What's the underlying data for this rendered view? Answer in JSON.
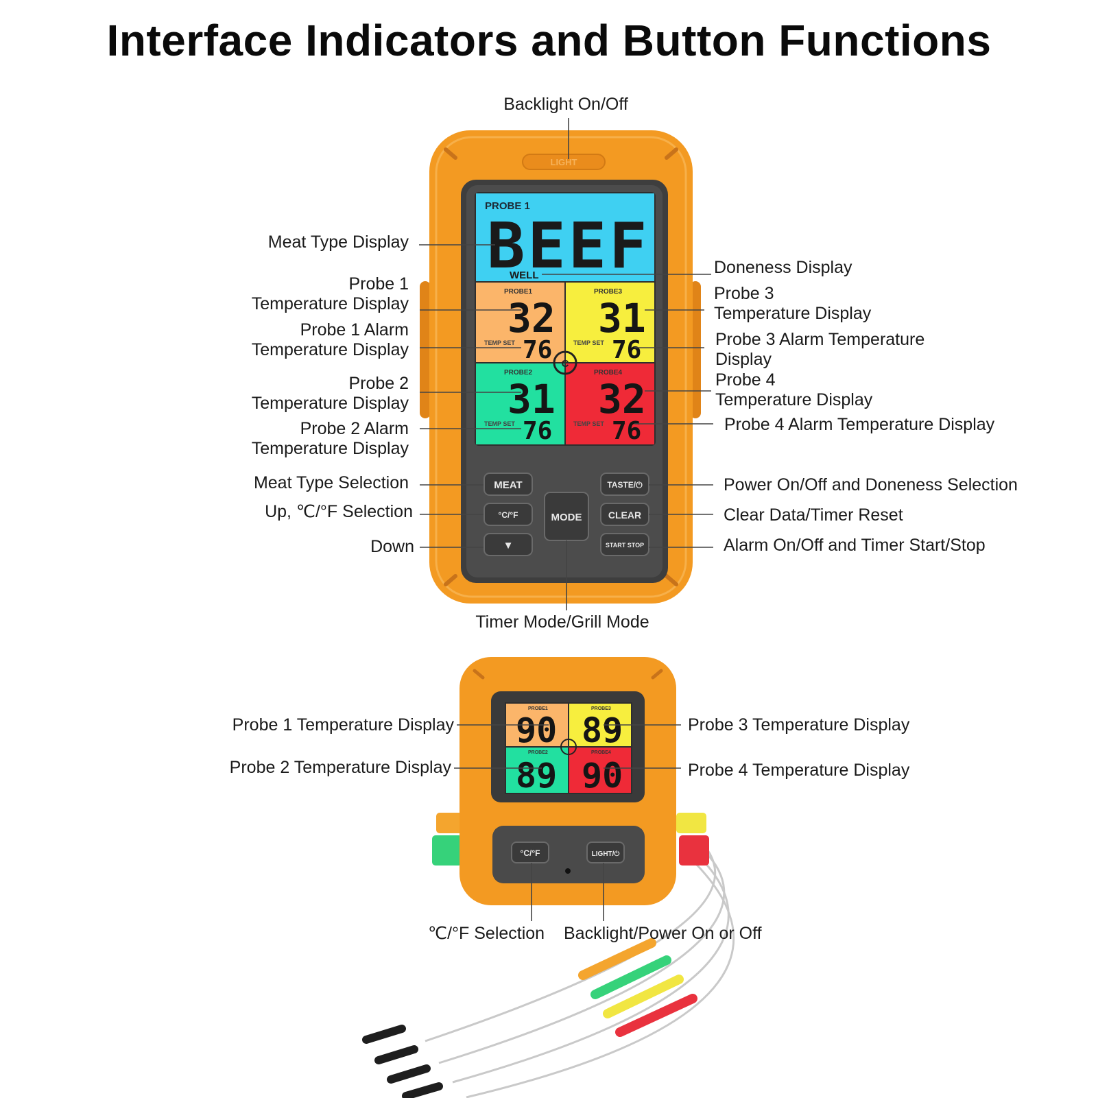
{
  "title": "Interface Indicators and Button Functions",
  "colors": {
    "case_orange": "#f39a22",
    "screen_blue": "#3fd0f2",
    "probe1_orange": "#fbb56a",
    "probe3_yellow": "#f7ee3e",
    "probe2_green": "#22e0a0",
    "probe4_red": "#ef2a37",
    "panel_gray": "#4a4a4a"
  },
  "main_unit": {
    "light_button_label": "LIGHT",
    "screen": {
      "probe_header": "PROBE 1",
      "meat_type": "BEEF",
      "doneness": "WELL",
      "temp_set_label": "TEMP SET",
      "quadrants": [
        {
          "probe_label": "PROBE1",
          "temp": "32",
          "alarm": "76"
        },
        {
          "probe_label": "PROBE3",
          "temp": "31",
          "alarm": "76"
        },
        {
          "probe_label": "PROBE2",
          "temp": "31",
          "alarm": "76"
        },
        {
          "probe_label": "PROBE4",
          "temp": "32",
          "alarm": "76"
        }
      ]
    },
    "buttons": {
      "meat": "MEAT",
      "cf_up": "°C/°F",
      "down": "▼",
      "mode": "MODE",
      "taste_power": "TASTE/⏻",
      "clear": "CLEAR",
      "start_stop": "START STOP"
    }
  },
  "labels": {
    "backlight": "Backlight On/Off",
    "meat_type_display": "Meat Type Display",
    "doneness_display": "Doneness Display",
    "probe1_temp": "Probe 1\nTemperature Display",
    "probe1_alarm": "Probe 1 Alarm\nTemperature Display",
    "probe2_temp": "Probe 2\nTemperature Display",
    "probe2_alarm": "Probe 2 Alarm\nTemperature Display",
    "probe3_temp": "Probe 3\nTemperature Display",
    "probe3_alarm": "Probe 3 Alarm Temperature\nDisplay",
    "probe4_temp": "Probe 4\nTemperature Display",
    "probe4_alarm": "Probe 4 Alarm Temperature Display",
    "meat_type_selection": "Meat Type Selection",
    "up_cf_selection": "Up, ℃/°F Selection",
    "down": "Down",
    "power_doneness": "Power On/Off and Doneness Selection",
    "clear_reset": "Clear Data/Timer Reset",
    "alarm_timer": "Alarm On/Off and Timer Start/Stop",
    "timer_grill": "Timer Mode/Grill Mode"
  },
  "secondary_unit": {
    "screen": [
      {
        "probe_label": "PROBE1",
        "temp": "90"
      },
      {
        "probe_label": "PROBE3",
        "temp": "89"
      },
      {
        "probe_label": "PROBE2",
        "temp": "89"
      },
      {
        "probe_label": "PROBE4",
        "temp": "90"
      }
    ],
    "buttons": {
      "cf": "°C/°F",
      "light_power": "LIGHT/⏻"
    },
    "labels": {
      "probe1_temp": "Probe 1 Temperature Display",
      "probe2_temp": "Probe 2 Temperature Display",
      "probe3_temp": "Probe 3 Temperature Display",
      "probe4_temp": "Probe 4 Temperature Display",
      "cf_selection": "℃/°F Selection",
      "backlight_power": "Backlight/Power On or Off"
    }
  }
}
